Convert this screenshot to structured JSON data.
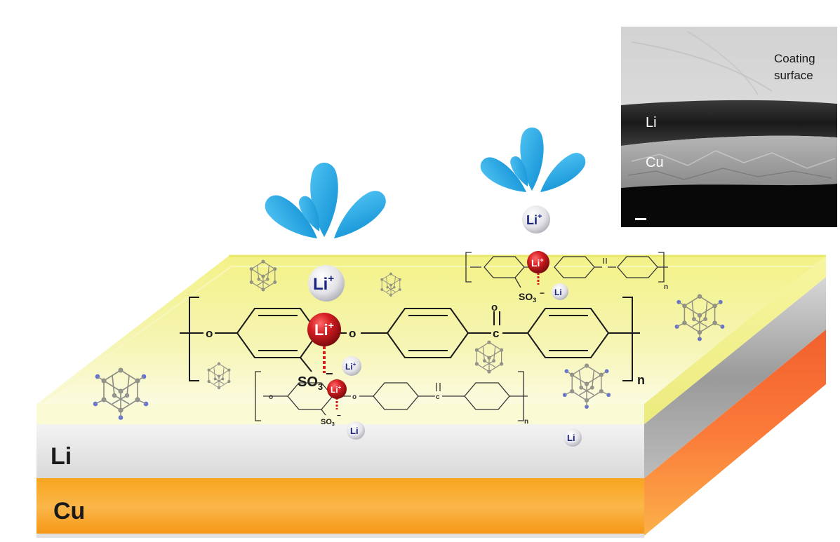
{
  "layers": {
    "li_label": "Li",
    "cu_label": "Cu"
  },
  "ions": {
    "li_plus": "Li",
    "plus_sign": "+",
    "li_atom": "Li"
  },
  "polymer": {
    "sulfonate": "SO",
    "sulfonate_subscript": "3",
    "sulfonate_charge": "−",
    "repeat_index": "n",
    "oxygen": "o",
    "carbon": "c"
  },
  "inset": {
    "coating_line1": "Coating",
    "coating_line2": "surface",
    "li_label": "Li",
    "cu_label": "Cu"
  },
  "colors": {
    "coating": "#f4f39a",
    "li_layer": "#e4e4e4",
    "cu_layer": "#f59a1c",
    "droplet": "#1e9fe0",
    "li_plus_ball": "#c0161a",
    "li_ion_ball": "#e6e6ea",
    "ion_text": "#1a237e"
  }
}
